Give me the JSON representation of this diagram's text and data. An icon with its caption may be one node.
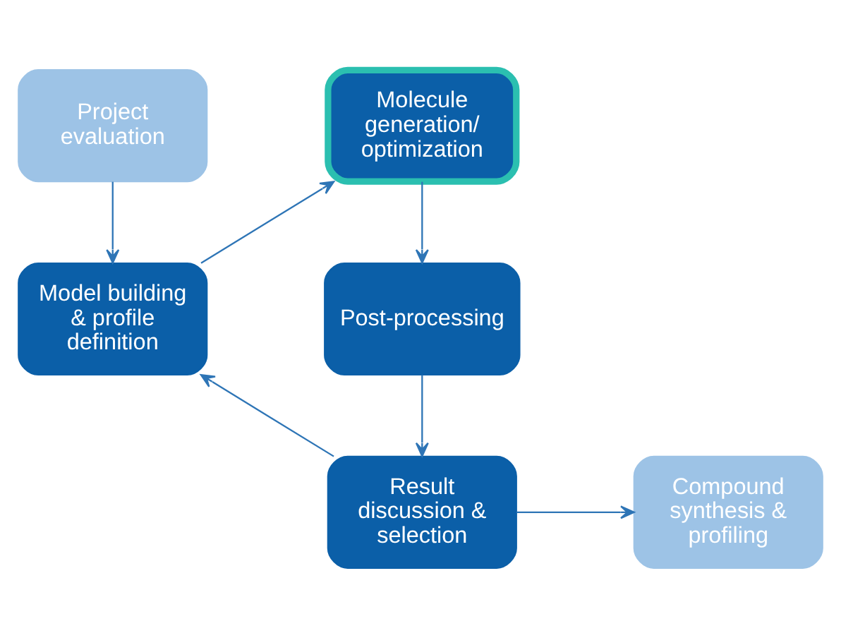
{
  "diagram": {
    "nodes": [
      {
        "text": [
          "Project evaluation"
        ]
      },
      {
        "text": [
          "Molecule generation/ optimization"
        ]
      },
      {
        "text": [
          "Post-processing"
        ]
      },
      {
        "text": [
          "Result discussion & selection"
        ]
      },
      {
        "text": [
          "Compound synthesis & profiling"
        ]
      },
      {
        "text": [
          "Model building & profile definition"
        ]
      }
    ],
    "edges": [
      {
        "from": 0,
        "to": 5,
        "arrow": "to"
      },
      {
        "from": 5,
        "to": 1,
        "arrow": "to"
      },
      {
        "from": 1,
        "to": 2,
        "arrow": "to"
      },
      {
        "from": 2,
        "to": 3,
        "arrow": "to"
      },
      {
        "from": 3,
        "to": 5,
        "arrow": "to"
      },
      {
        "from": 3,
        "to": 4,
        "arrow": "to"
      }
    ]
  }
}
